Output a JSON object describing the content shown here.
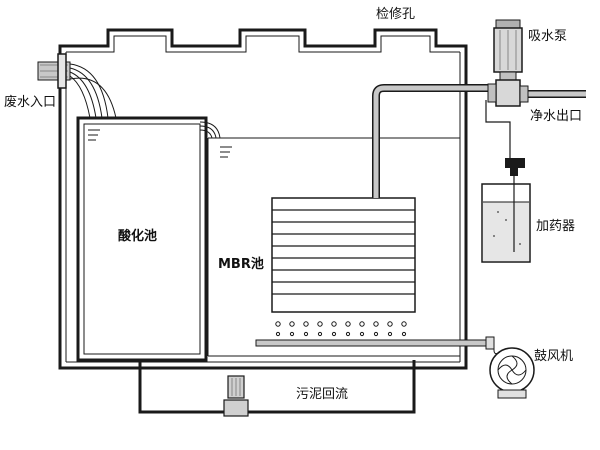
{
  "labels": {
    "inspection_hole": "检修孔",
    "suction_pump": "吸水泵",
    "wastewater_inlet": "废水入口",
    "clean_water_outlet": "净水出口",
    "acidification_tank": "酸化池",
    "mbr_tank": "MBR池",
    "dosing_unit": "加药器",
    "blower": "鼓风机",
    "sludge_return": "污泥回流"
  },
  "colors": {
    "line": "#1a1a1a",
    "pipe_fill": "#c8c8c8",
    "liquid": "#d9d9d9"
  }
}
